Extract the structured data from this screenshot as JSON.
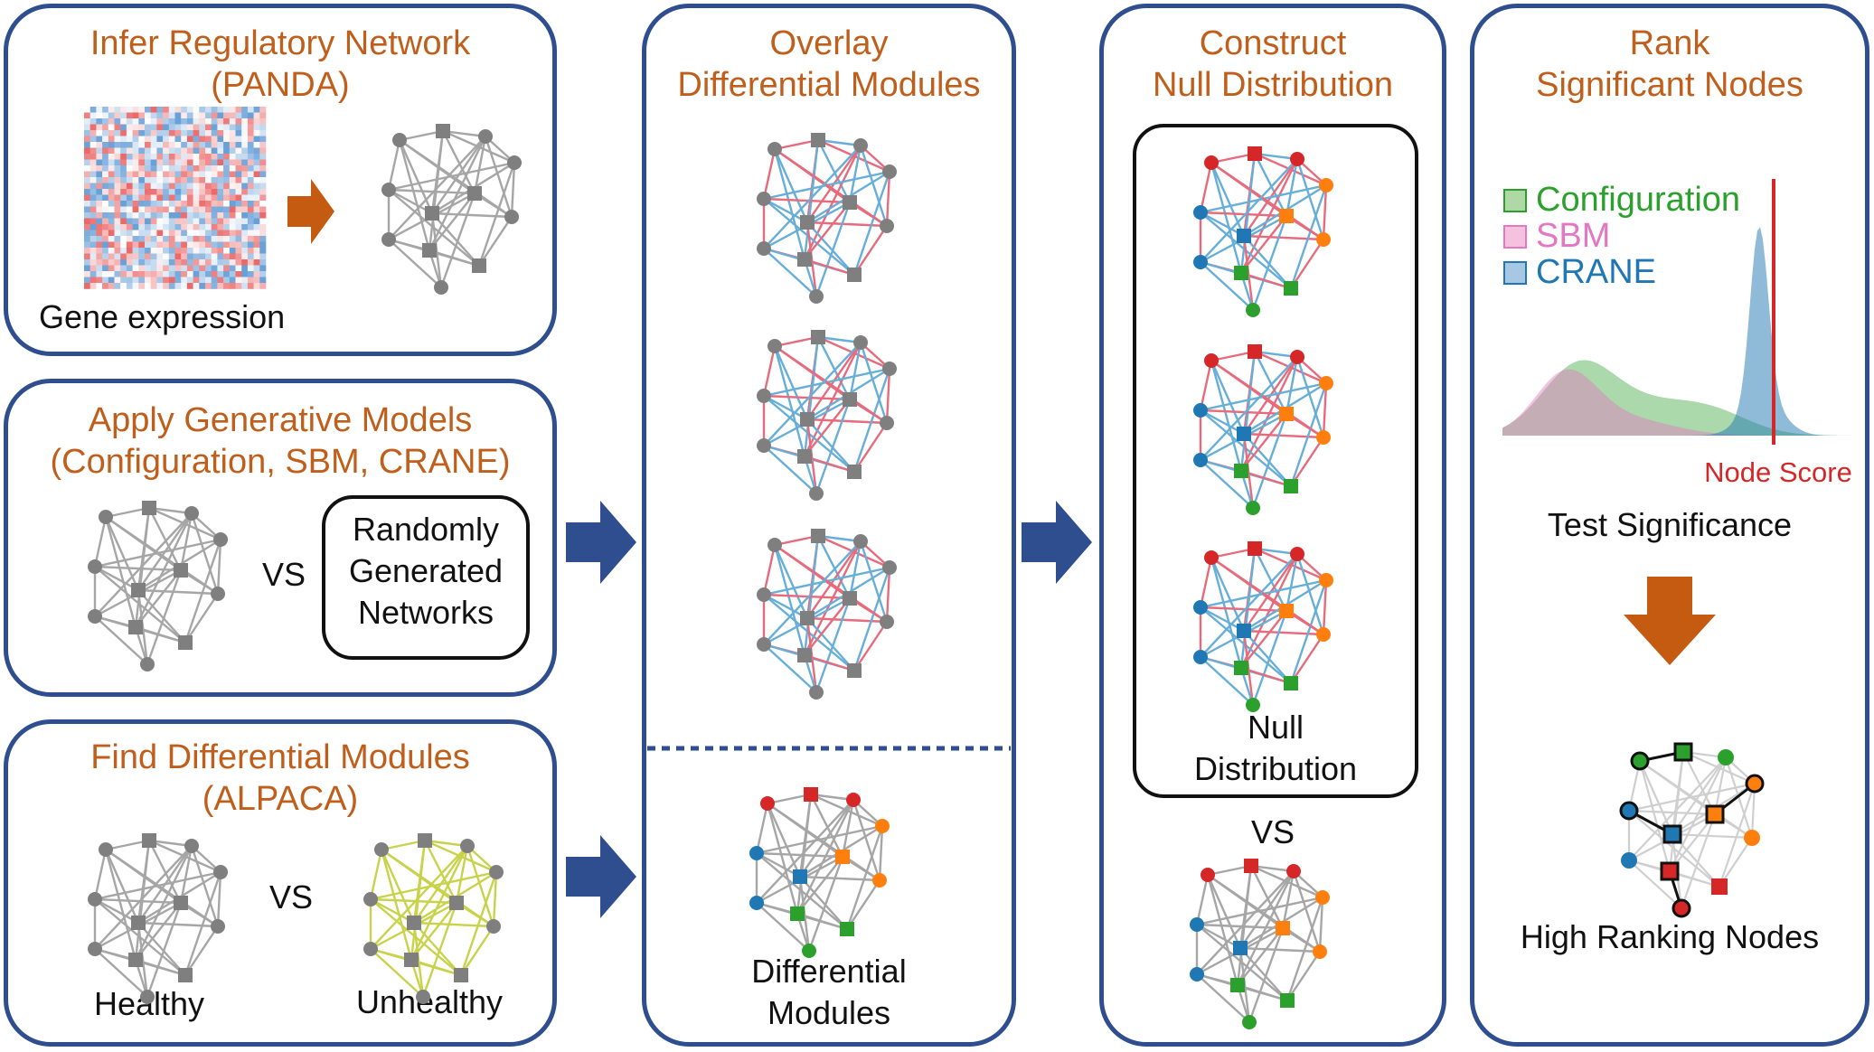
{
  "colors": {
    "panel_border": "#2e4e8f",
    "title": "#c05f1c",
    "arrow": "#2e4e8f",
    "orange_arrow": "#c55a11",
    "node_grey": "#7f7f7f",
    "edge_grey": "#a6a6a6",
    "edge_red": "#e66b7c",
    "edge_blue": "#67aed8",
    "edge_yellow": "#c8d24a",
    "red": "#d62728",
    "blue": "#1f77b4",
    "orange": "#ff7f0e",
    "green": "#2ca02c",
    "null_line": "#d62728"
  },
  "panel1": {
    "title_line1": "Infer Regulatory Network",
    "title_line2": "(PANDA)",
    "label": "Gene expression"
  },
  "panel2": {
    "title_line1": "Apply Generative Models",
    "title_line2": "(Configuration, SBM, CRANE)",
    "vs": "VS",
    "box_line1": "Randomly",
    "box_line2": "Generated",
    "box_line3": "Networks"
  },
  "panel3": {
    "title_line1": "Find Differential Modules",
    "title_line2": "(ALPACA)",
    "vs": "VS",
    "label_left": "Healthy",
    "label_right": "Unhealthy"
  },
  "panel4": {
    "title_line1": "Overlay",
    "title_line2": "Differential Modules",
    "label_line1": "Differential",
    "label_line2": "Modules"
  },
  "panel5": {
    "title_line1": "Construct",
    "title_line2": "Null Distribution",
    "box_line1": "Null",
    "box_line2": "Distribution",
    "vs": "VS"
  },
  "panel6": {
    "title_line1": "Rank",
    "title_line2": "Significant Nodes",
    "legend": [
      {
        "name": "Configuration",
        "color": "#2ca02c"
      },
      {
        "name": "SBM",
        "color": "#e377c2"
      },
      {
        "name": "CRANE",
        "color": "#1f77b4"
      }
    ],
    "marker_label": "Node Score",
    "label_test": "Test Significance",
    "label_high": "High Ranking Nodes"
  },
  "chart_data": {
    "type": "area",
    "title": "",
    "xlabel": "",
    "ylabel": "",
    "series": [
      {
        "name": "Configuration",
        "shape": "broad low peak, long tail"
      },
      {
        "name": "SBM",
        "shape": "broad low peak, short tail"
      },
      {
        "name": "CRANE",
        "shape": "narrow tall peak near node score"
      }
    ],
    "marker": {
      "label": "Node Score"
    }
  }
}
